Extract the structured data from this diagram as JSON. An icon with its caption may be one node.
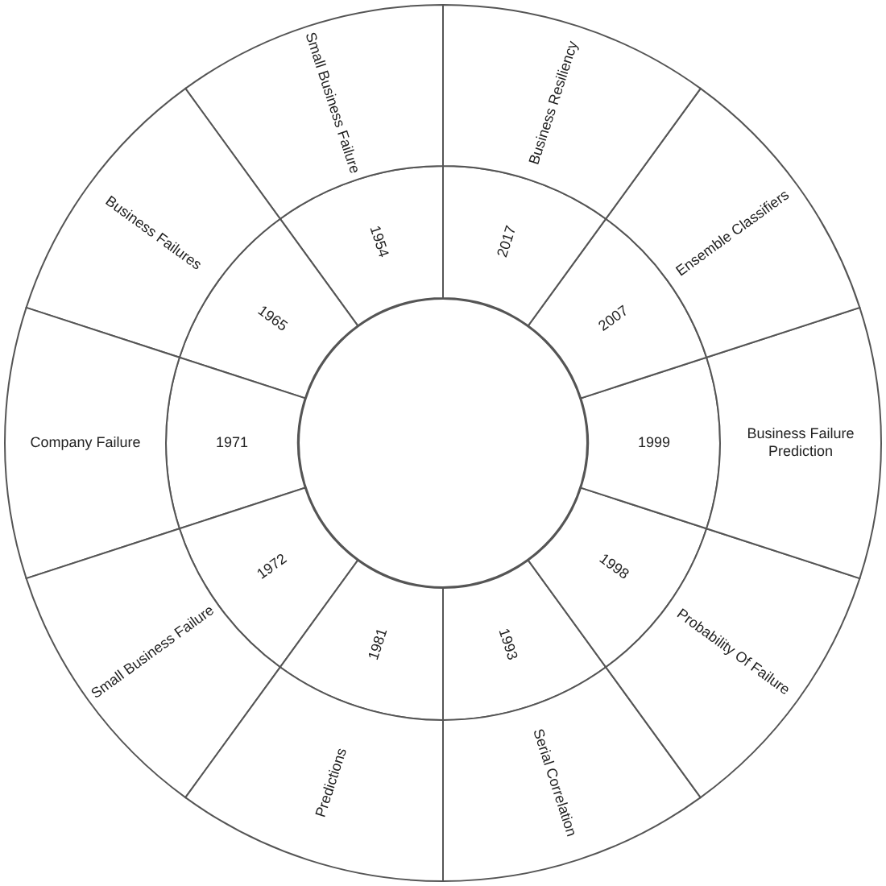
{
  "diagram": {
    "nodes": [
      {
        "text": [
          "1954"
        ]
      },
      {
        "text": [
          "Small Business Failure"
        ]
      },
      {
        "text": [
          "1965"
        ]
      },
      {
        "text": [
          "Business Failures"
        ]
      },
      {
        "text": [
          "1971"
        ]
      },
      {
        "text": [
          "Company Failure"
        ]
      },
      {
        "text": [
          "1972"
        ]
      },
      {
        "text": [
          "Small Business Failure"
        ]
      },
      {
        "text": [
          "1981"
        ]
      },
      {
        "text": [
          "Predictions"
        ]
      },
      {
        "text": [
          "1993"
        ]
      },
      {
        "text": [
          "Serial Correlation"
        ]
      },
      {
        "text": [
          "1998"
        ]
      },
      {
        "text": [
          "Probability Of Failure"
        ]
      },
      {
        "text": [
          "1999"
        ]
      },
      {
        "text": [
          "Business Failure Prediction"
        ]
      },
      {
        "text": [
          "2007"
        ]
      },
      {
        "text": [
          "Ensemble Classifiers"
        ]
      },
      {
        "text": [
          "2017"
        ]
      },
      {
        "text": [
          "Business Resiliency"
        ]
      },
      {
        "text": [],
        "shape": "circle"
      }
    ]
  }
}
